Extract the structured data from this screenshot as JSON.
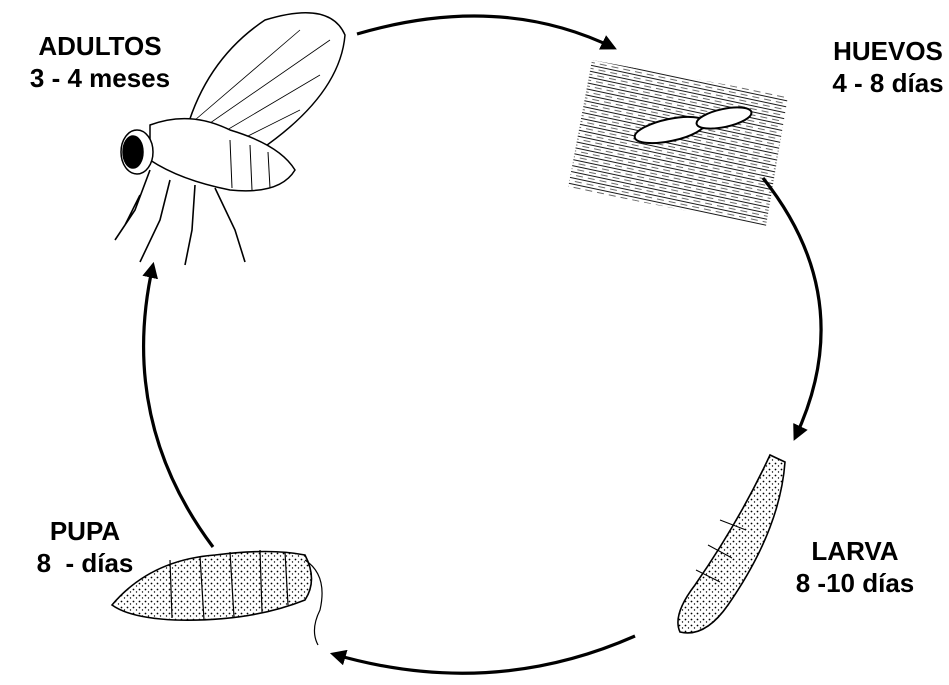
{
  "stages": [
    {
      "name": "ADULTOS",
      "duration": "3 - 4 meses",
      "icon": "adult-fly-icon"
    },
    {
      "name": "HUEVOS",
      "duration": "4 - 8 días",
      "icon": "eggs-on-wood-icon"
    },
    {
      "name": "LARVA",
      "duration": "8 -10 días",
      "icon": "larva-icon"
    },
    {
      "name": "PUPA",
      "duration": "8  - días",
      "icon": "pupa-icon"
    }
  ],
  "colors": {
    "ink": "#000000",
    "background": "#ffffff"
  }
}
